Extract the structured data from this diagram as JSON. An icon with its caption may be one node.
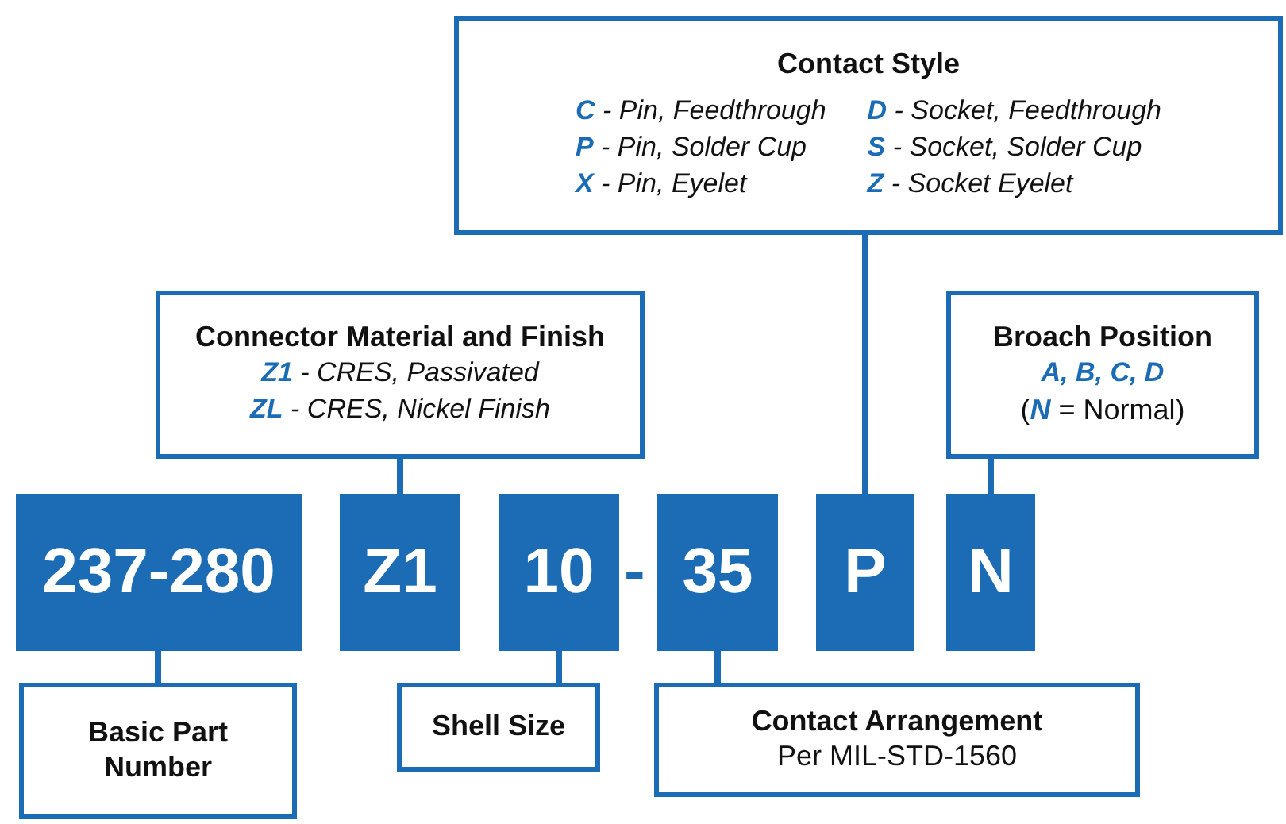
{
  "diagram": {
    "nodes": [
      {
        "text": [
          "Contact Style",
          "**C**   - Pin, Feedthrough",
          "**D** - Socket, Feedthrough",
          "**P** - Pin, Solder Cup",
          "**S** - Socket, Solder Cup",
          "**X** - Pin, Eyelet",
          "**Z** - Socket Eyelet"
        ]
      },
      {
        "text": [
          "Connector Material and Finish",
          "**Z1** - CRES, Passivated",
          "**ZL** - CRES, Nickel Finish"
        ]
      },
      {
        "text": [
          "Broach Position",
          "A, B, C, D",
          "(**N** = Normal)"
        ]
      },
      {
        "text": [
          "237-280"
        ]
      },
      {
        "text": [
          "Z1"
        ]
      },
      {
        "text": [
          "10"
        ]
      },
      {
        "text": [
          "35"
        ]
      },
      {
        "text": [
          "P"
        ]
      },
      {
        "text": [
          "N"
        ]
      },
      {
        "text": [
          "Basic Part Number"
        ]
      },
      {
        "text": [
          "Shell Size"
        ]
      },
      {
        "text": [
          "Contact Arrangement",
          "Per MIL-STD-1560"
        ]
      }
    ],
    "edges": [
      {
        "from": 0,
        "to": 7,
        "arrow": "none"
      },
      {
        "from": 1,
        "to": 4,
        "arrow": "none"
      },
      {
        "from": 2,
        "to": 8,
        "arrow": "none"
      },
      {
        "from": 3,
        "to": 9,
        "arrow": "none"
      },
      {
        "from": 5,
        "to": 10,
        "arrow": "none"
      },
      {
        "from": 6,
        "to": 11,
        "arrow": "none"
      }
    ],
    "labels": [
      "-"
    ]
  }
}
